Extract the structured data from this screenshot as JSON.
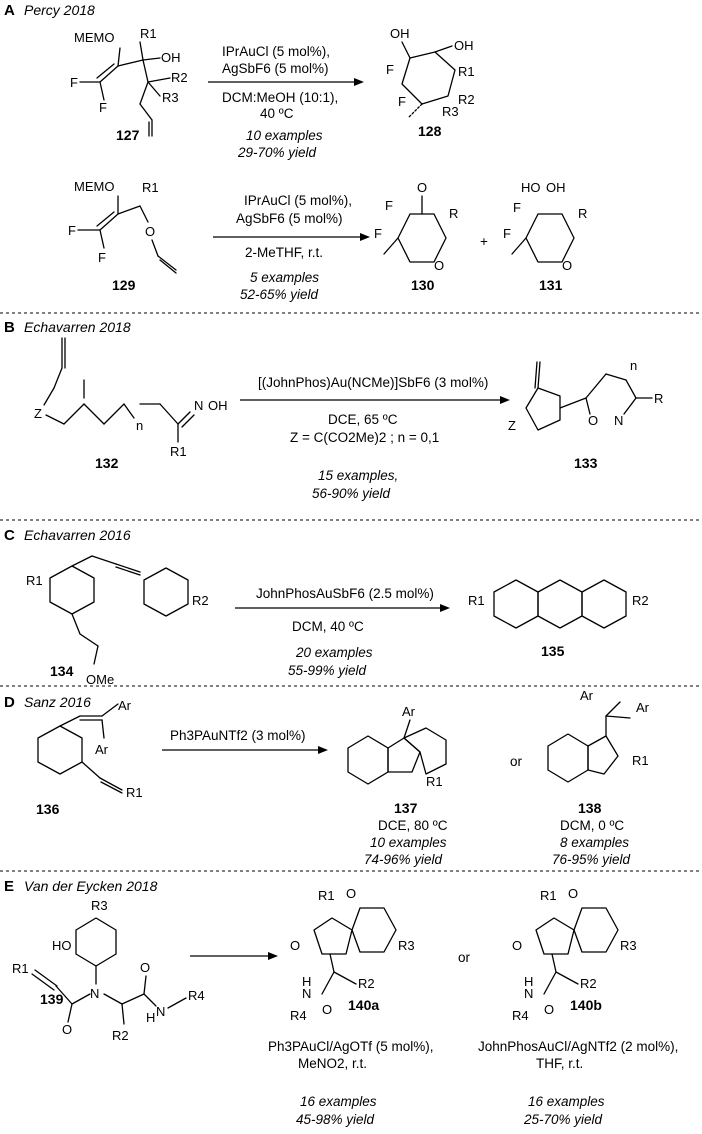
{
  "sections": {
    "A": {
      "letter": "A",
      "author": "Percy 2018",
      "r1": {
        "c1": "IPrAuCl (5 mol%),",
        "c2": "AgSbF6 (5 mol%)",
        "c3": "DCM:MeOH (10:1),",
        "c4": "40 ºC",
        "ex": "10  examples",
        "yield": "29-70% yield",
        "sm": "127",
        "prod": "128"
      },
      "r2": {
        "c1": "IPrAuCl (5 mol%),",
        "c2": "AgSbF6 (5 mol%)",
        "c3": "2-MeTHF, r.t.",
        "ex": "5 examples",
        "yield": "52-65% yield",
        "sm": "129",
        "prod1": "130",
        "prod2": "131",
        "plus": "+"
      }
    },
    "B": {
      "letter": "B",
      "author": "Echavarren 2018",
      "c1": "[(JohnPhos)Au(NCMe)]SbF6 (3 mol%)",
      "c2": "DCE, 65 ºC",
      "c3": "Z = C(CO2Me)2 ; n = 0,1",
      "ex": "15 examples,",
      "yield": "56-90% yield",
      "sm": "132",
      "prod": "133"
    },
    "C": {
      "letter": "C",
      "author": "Echavarren 2016",
      "c1": "JohnPhosAuSbF6 (2.5 mol%)",
      "c2": "DCM, 40 ºC",
      "ex": "20 examples",
      "yield": "55-99% yield",
      "sm": "134",
      "prod": "135"
    },
    "D": {
      "letter": "D",
      "author": "Sanz 2016",
      "c1": "Ph3PAuNTf2 (3 mol%)",
      "or": "or",
      "sm": "136",
      "p1": {
        "num": "137",
        "cond": "DCE, 80 ºC",
        "ex": "10 examples",
        "yield": "74-96% yield"
      },
      "p2": {
        "num": "138",
        "cond": "DCM, 0 ºC",
        "ex": "8 examples",
        "yield": "76-95% yield"
      }
    },
    "E": {
      "letter": "E",
      "author": "Van der Eycken 2018",
      "or": "or",
      "sm": "139",
      "p1": {
        "num": "140a",
        "c1": "Ph3PAuCl/AgOTf (5 mol%),",
        "c2": "MeNO2, r.t.",
        "ex": "16 examples",
        "yield": "45-98% yield"
      },
      "p2": {
        "num": "140b",
        "c1": "JohnPhosAuCl/AgNTf2 (2 mol%),",
        "c2": "THF, r.t.",
        "ex": "16 examples",
        "yield": "25-70% yield"
      }
    }
  },
  "atoms": {
    "memo": "MEMO",
    "f": "F",
    "oh": "OH",
    "ho": "HO",
    "o": "O",
    "r": "R",
    "r1": "R1",
    "r2": "R2",
    "r3": "R3",
    "r4": "R4",
    "z": "Z",
    "n": "n",
    "noh": "N",
    "ar": "Ar",
    "ome": "OMe",
    "nx": "N",
    "h": "H"
  }
}
